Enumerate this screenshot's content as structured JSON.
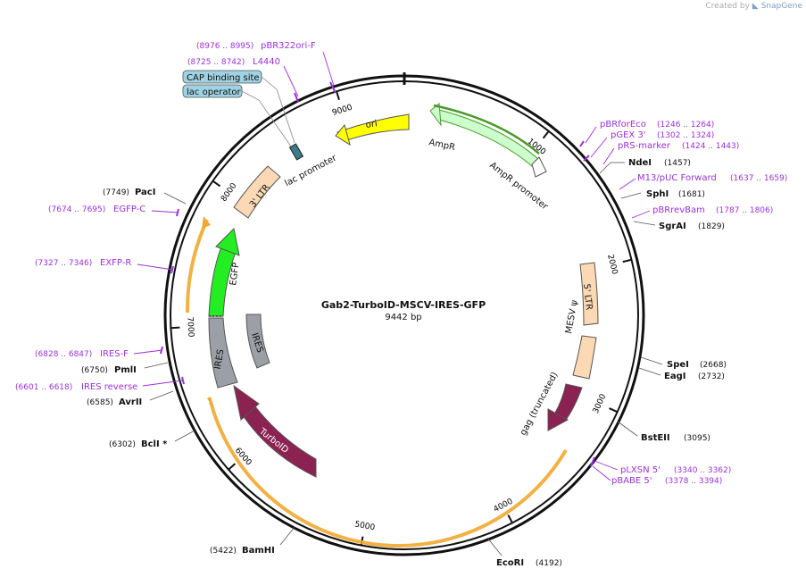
{
  "credit": {
    "prefix": "Created by",
    "brand": "SnapGene"
  },
  "plasmid": {
    "name": "Gab2-TurboID-MSCV-IRES-GFP",
    "length": "9442 bp",
    "total_bp": 9442
  },
  "colors": {
    "primer": "#9b30d9",
    "ori": "#ffff00",
    "ampr": "#ccffcc",
    "ampr_edge": "#4a9a2a",
    "ampr_promoter": "#ffffff",
    "ltr": "#fbd9b5",
    "egfp": "#22ee22",
    "ires": "#9aa0a6",
    "turboid": "#8b2252",
    "gag": "#8b2252",
    "orange": "#f0a830",
    "feature_label_box": "#9fd2e3"
  },
  "ticks": [
    {
      "bp": 1000,
      "label": "1000"
    },
    {
      "bp": 2000,
      "label": "2000"
    },
    {
      "bp": 3000,
      "label": "3000"
    },
    {
      "bp": 4000,
      "label": "4000"
    },
    {
      "bp": 5000,
      "label": "5000"
    },
    {
      "bp": 6000,
      "label": "6000"
    },
    {
      "bp": 7000,
      "label": "7000"
    },
    {
      "bp": 8000,
      "label": "8000"
    },
    {
      "bp": 9000,
      "label": "9000"
    }
  ],
  "sites": [
    {
      "name": "NdeI",
      "pos": "(1457)"
    },
    {
      "name": "SphI",
      "pos": "(1681)"
    },
    {
      "name": "SgrAI",
      "pos": "(1829)"
    },
    {
      "name": "SpeI",
      "pos": "(2668)"
    },
    {
      "name": "EagI",
      "pos": "(2732)"
    },
    {
      "name": "BstEII",
      "pos": "(3095)"
    },
    {
      "name": "EcoRI",
      "pos": "(4192)"
    },
    {
      "name": "BamHI",
      "pos": "(5422)"
    },
    {
      "name": "BclI *",
      "pos": "(6302)"
    },
    {
      "name": "AvrII",
      "pos": "(6585)"
    },
    {
      "name": "PmlI",
      "pos": "(6750)"
    },
    {
      "name": "PacI",
      "pos": "(7749)"
    }
  ],
  "primers": [
    {
      "name": "pBR322ori-F",
      "range": "(8976 .. 8995)"
    },
    {
      "name": "L4440",
      "range": "(8725 .. 8742)"
    },
    {
      "name": "pBRforEco",
      "range": "(1246 .. 1264)"
    },
    {
      "name": "pGEX 3'",
      "range": "(1302 .. 1324)"
    },
    {
      "name": "pRS-marker",
      "range": "(1424 .. 1443)"
    },
    {
      "name": "M13/pUC Forward",
      "range": "(1637 .. 1659)"
    },
    {
      "name": "pBRrevBam",
      "range": "(1787 .. 1806)"
    },
    {
      "name": "pLXSN 5'",
      "range": "(3340 .. 3362)"
    },
    {
      "name": "pBABE 5'",
      "range": "(3378 .. 3394)"
    },
    {
      "name": "EGFP-C",
      "range": "(7674 .. 7695)"
    },
    {
      "name": "EXFP-R",
      "range": "(7327 .. 7346)"
    },
    {
      "name": "IRES-F",
      "range": "(6828 .. 6847)"
    },
    {
      "name": "IRES reverse",
      "range": "(6601 .. 6618)"
    }
  ],
  "features": [
    {
      "name": "ori"
    },
    {
      "name": "AmpR"
    },
    {
      "name": "AmpR promoter"
    },
    {
      "name": "5' LTR"
    },
    {
      "name": "MESV ψ"
    },
    {
      "name": "gag (truncated)"
    },
    {
      "name": "TurboID"
    },
    {
      "name": "IRES"
    },
    {
      "name": "IRES"
    },
    {
      "name": "EGFP"
    },
    {
      "name": "3' LTR"
    },
    {
      "name": "lac promoter"
    }
  ],
  "boxed_features": [
    {
      "name": "CAP binding site"
    },
    {
      "name": "lac operator"
    }
  ]
}
